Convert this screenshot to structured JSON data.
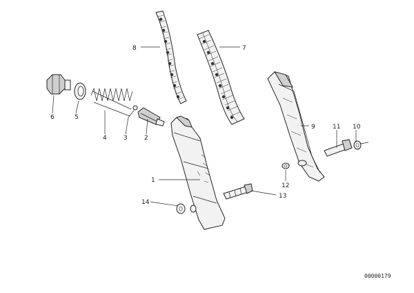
{
  "diagram": {
    "callouts": {
      "c1": "1",
      "c2": "2",
      "c3": "3",
      "c4": "4",
      "c5": "5",
      "c6": "6",
      "c7": "7",
      "c8": "8",
      "c9": "9",
      "c10": "10",
      "c11": "11",
      "c12": "12",
      "c13": "13",
      "c14": "14"
    },
    "image_code": "00000179"
  }
}
